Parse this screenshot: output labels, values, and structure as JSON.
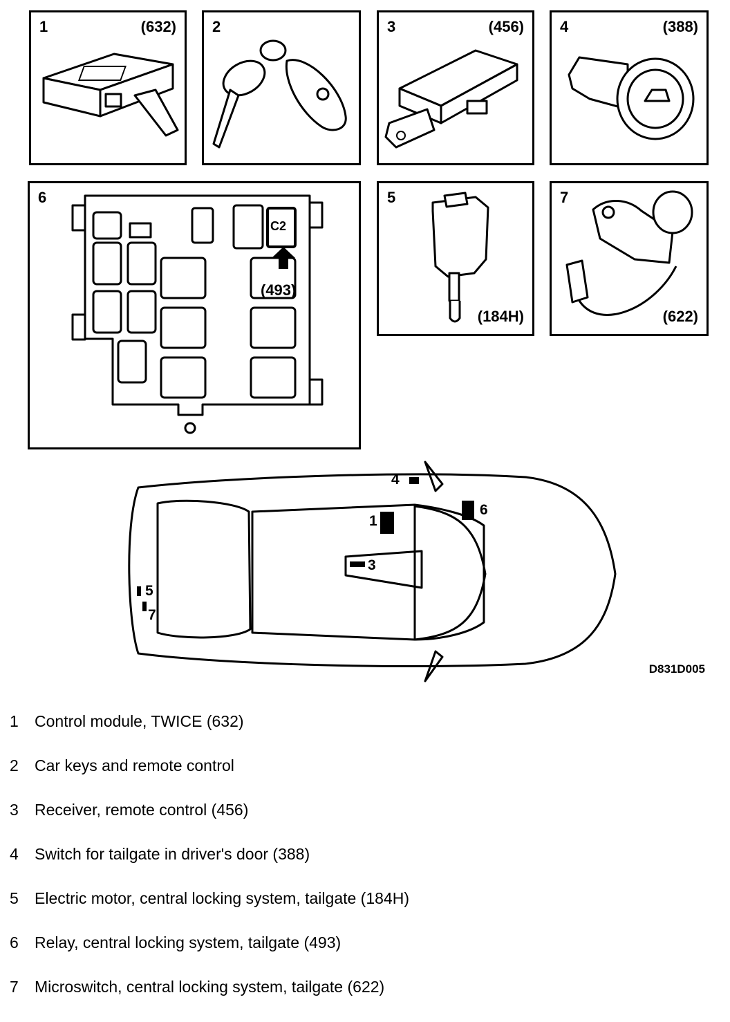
{
  "panels": [
    {
      "number": "1",
      "code": "(632)"
    },
    {
      "number": "2",
      "code": ""
    },
    {
      "number": "3",
      "code": "(456)"
    },
    {
      "number": "4",
      "code": "(388)"
    },
    {
      "number": "6",
      "relay_label": "C2",
      "code": "(493)"
    },
    {
      "number": "5",
      "code": "(184H)"
    },
    {
      "number": "7",
      "code": "(622)"
    }
  ],
  "car_labels": [
    "1",
    "3",
    "4",
    "5",
    "6",
    "7"
  ],
  "figure_id": "D831D005",
  "legend": [
    {
      "num": "1",
      "text": "Control module, TWICE (632)"
    },
    {
      "num": "2",
      "text": "Car keys and remote control"
    },
    {
      "num": "3",
      "text": "Receiver, remote control (456)"
    },
    {
      "num": "4",
      "text": "Switch for tailgate in driver's door (388)"
    },
    {
      "num": "5",
      "text": "Electric motor, central locking system, tailgate (184H)"
    },
    {
      "num": "6",
      "text": "Relay, central locking system, tailgate (493)"
    },
    {
      "num": "7",
      "text": "Microswitch, central locking system, tailgate (622)"
    }
  ]
}
